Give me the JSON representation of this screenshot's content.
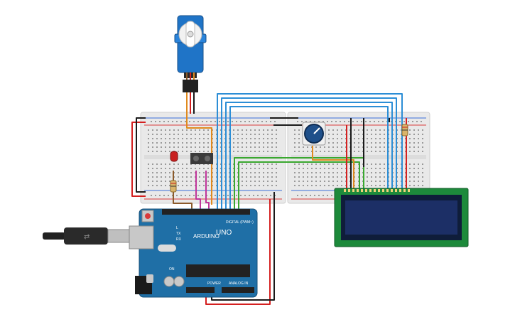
{
  "arduino": {
    "brand_text": "ARDUINO",
    "model_text": "UNO",
    "digital_header_label": "DIGITAL (PWM~)",
    "power_header_label": "POWER",
    "analog_header_label": "ANALOG IN",
    "tx_label": "TX",
    "rx_label": "RX",
    "on_label": "ON",
    "l_label": "L"
  },
  "components": [
    "servo-motor",
    "breadboard-left",
    "breadboard-right",
    "potentiometer",
    "red-led",
    "resistor",
    "pushbutton",
    "pushbutton",
    "lcd-16x2",
    "arduino-uno",
    "usb-cable"
  ],
  "colors": {
    "board_blue": "#1f6fa6",
    "breadboard": "#e6e6e6",
    "rail_red": "#d93a3a",
    "rail_blue": "#3a6fd9",
    "wire_red": "#d42020",
    "wire_black": "#1a1a1a",
    "wire_orange": "#e08a1e",
    "wire_blue": "#2c8ed6",
    "wire_green": "#3aa82f",
    "wire_magenta": "#c0359b",
    "wire_brown": "#8b5a2b",
    "lcd_frame": "#1d8a3b",
    "lcd_screen": "#1c2f66",
    "servo_blue": "#1f74c7"
  }
}
